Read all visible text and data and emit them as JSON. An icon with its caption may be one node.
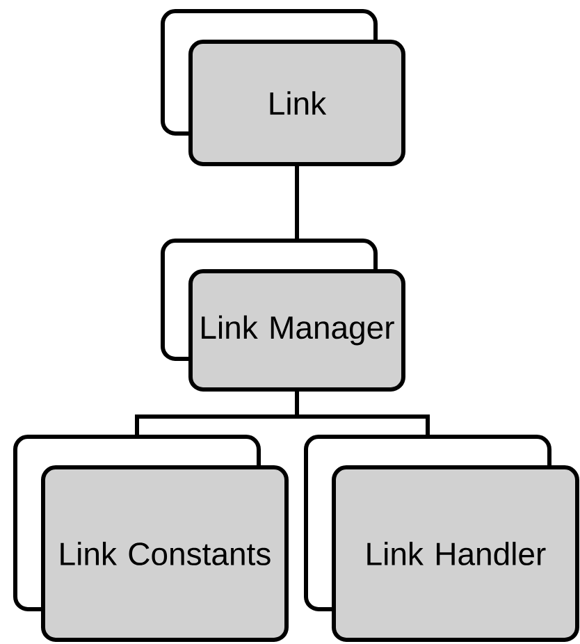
{
  "diagram": {
    "nodes": [
      {
        "text": [
          "Link"
        ]
      },
      {
        "text": [
          "Link Manager"
        ]
      },
      {
        "text": [
          "Link Constants"
        ]
      },
      {
        "text": [
          "Link Handler"
        ]
      }
    ],
    "edges": [
      {
        "from": 0,
        "to": 1,
        "arrow": "none"
      },
      {
        "from": 1,
        "to": 2,
        "arrow": "none"
      },
      {
        "from": 1,
        "to": 3,
        "arrow": "none"
      }
    ]
  }
}
